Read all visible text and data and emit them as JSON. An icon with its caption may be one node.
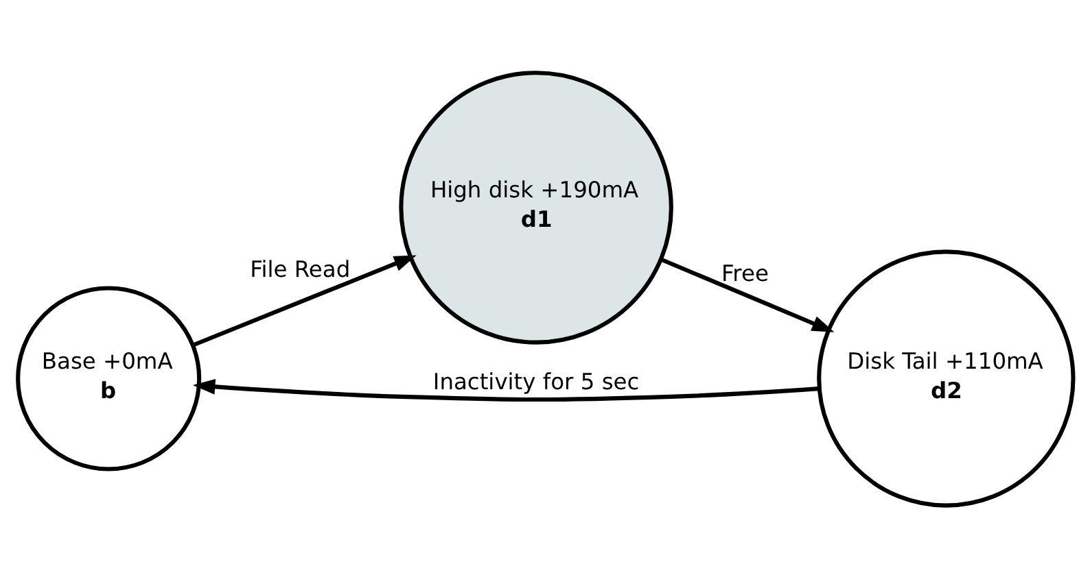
{
  "diagram": {
    "nodes": [
      {
        "text": [
          "Base +0mA",
          "b"
        ]
      },
      {
        "text": [
          "High disk +190mA",
          "d1"
        ]
      },
      {
        "text": [
          "Disk Tail +110mA",
          "d2"
        ]
      }
    ],
    "edges": [
      {
        "from": 0,
        "to": 1,
        "arrow": "to",
        "label": "File Read"
      },
      {
        "from": 1,
        "to": 2,
        "arrow": "to",
        "label": "Free"
      },
      {
        "from": 2,
        "to": 0,
        "arrow": "to",
        "label": "Inactivity for 5 sec"
      }
    ]
  }
}
